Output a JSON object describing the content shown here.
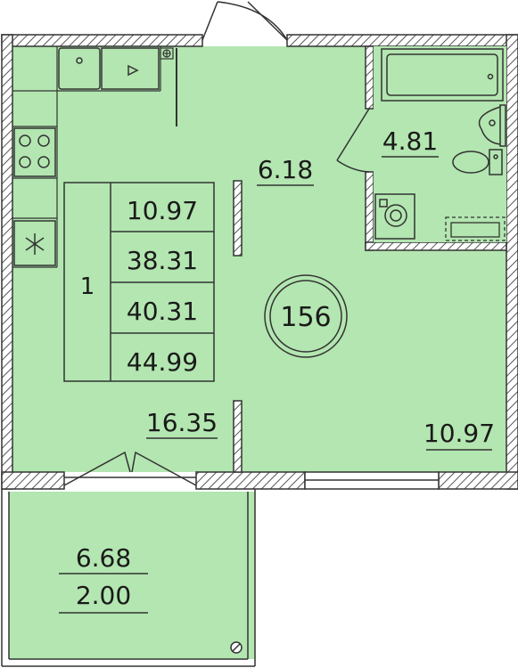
{
  "colors": {
    "floor": "#b3e6b0",
    "wall_fill": "#ffffff",
    "wall_stroke": "#333333",
    "hatch": "#444444",
    "ink": "#1a1a1a"
  },
  "unit": {
    "number": "156",
    "rooms_count": "1",
    "area_kitchen": "10.97",
    "area_living": "38.31",
    "area_total": "40.31",
    "area_total_with_balcony": "44.99"
  },
  "rooms": {
    "hall_area": "6.18",
    "bathroom_area": "4.81",
    "kitchen_area": "16.35",
    "bedroom_area": "10.97",
    "balcony_area": "6.68",
    "balcony_reduced_area": "2.00"
  },
  "icons": [
    "sink-icon",
    "stove-icon",
    "fridge-icon",
    "bathtub-icon",
    "washbasin-icon",
    "toilet-icon",
    "washing-machine-icon",
    "ventilation-icon"
  ]
}
